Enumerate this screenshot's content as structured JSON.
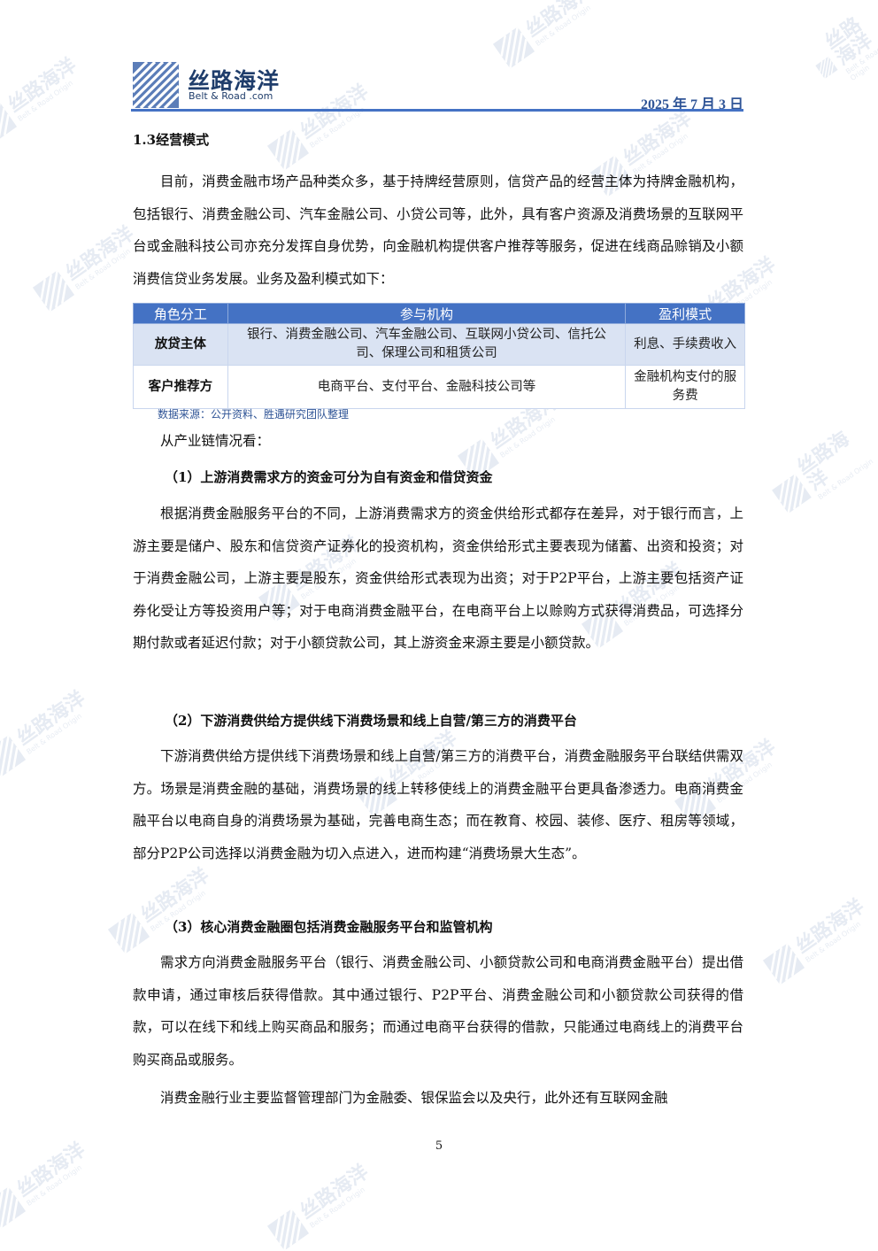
{
  "header": {
    "brand_cn": "丝路海洋",
    "brand_en": "Belt & Road .com",
    "date": "2025 年 7 月 3 日"
  },
  "watermark": {
    "text": "丝路海洋",
    "sub": "Belt & Road Origin"
  },
  "section": {
    "title": "1.3经营模式"
  },
  "intro": "目前，消费金融市场产品种类众多，基于持牌经营原则，信贷产品的经营主体为持牌金融机构，包括银行、消费金融公司、汽车金融公司、小贷公司等，此外，具有客户资源及消费场景的互联网平台或金融科技公司亦充分发挥自身优势，向金融机构提供客户推荐等服务，促进在线商品赊销及小额消费信贷业务发展。业务及盈利模式如下：",
  "table": {
    "headers": [
      "角色分工",
      "参与机构",
      "盈利模式"
    ],
    "rows": [
      {
        "role": "放贷主体",
        "orgs": "银行、消费金融公司、汽车金融公司、互联网小贷公司、信托公司、保理公司和租赁公司",
        "profit": "利息、手续费收入"
      },
      {
        "role": "客户推荐方",
        "orgs": "电商平台、支付平台、金融科技公司等",
        "profit": "金融机构支付的服务费"
      }
    ],
    "source": "数据来源：公开资料、胜遇研究团队整理"
  },
  "chain_intro": "从产业链情况看：",
  "parts": [
    {
      "heading": "（1）上游消费需求方的资金可分为自有资金和借贷资金",
      "body": "根据消费金融服务平台的不同，上游消费需求方的资金供给形式都存在差异，对于银行而言，上游主要是储户、股东和信贷资产证券化的投资机构，资金供给形式主要表现为储蓄、出资和投资；对于消费金融公司，上游主要是股东，资金供给形式表现为出资；对于P2P平台，上游主要包括资产证券化受让方等投资用户等；对于电商消费金融平台，在电商平台上以赊购方式获得消费品，可选择分期付款或者延迟付款；对于小额贷款公司，其上游资金来源主要是小额贷款。"
    },
    {
      "heading": "（2）下游消费供给方提供线下消费场景和线上自营/第三方的消费平台",
      "body": "下游消费供给方提供线下消费场景和线上自营/第三方的消费平台，消费金融服务平台联结供需双方。场景是消费金融的基础，消费场景的线上转移使线上的消费金融平台更具备渗透力。电商消费金融平台以电商自身的消费场景为基础，完善电商生态；而在教育、校园、装修、医疗、租房等领域，部分P2P公司选择以消费金融为切入点进入，进而构建“消费场景大生态”。"
    },
    {
      "heading": "（3）核心消费金融圈包括消费金融服务平台和监管机构",
      "body": "需求方向消费金融服务平台（银行、消费金融公司、小额贷款公司和电商消费金融平台）提出借款申请，通过审核后获得借款。其中通过银行、P2P平台、消费金融公司和小额贷款公司获得的借款，可以在线下和线上购买商品和服务；而通过电商平台获得的借款，只能通过电商线上的消费平台购买商品或服务。"
    }
  ],
  "closing": "消费金融行业主要监督管理部门为金融委、银保监会以及央行，此外还有互联网金融",
  "page_number": "5"
}
